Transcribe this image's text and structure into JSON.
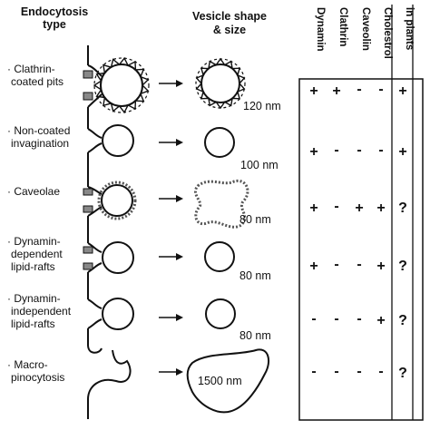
{
  "headers": {
    "type_line1": "Endocytosis",
    "type_line2": "type",
    "shape_line1": "Vesicle shape",
    "shape_line2": "& size"
  },
  "columns": [
    "Dynamin",
    "Clathrin",
    "Caveolin",
    "Cholestrol",
    "in plants"
  ],
  "rows": [
    {
      "label": [
        "Clathrin-",
        "coated pits"
      ],
      "size": "120 nm",
      "values": [
        "+",
        "+",
        "-",
        "-",
        "+"
      ]
    },
    {
      "label": [
        "Non-coated",
        "invagination"
      ],
      "size": "100 nm",
      "values": [
        "+",
        "-",
        "-",
        "-",
        "+"
      ]
    },
    {
      "label": [
        "Caveolae"
      ],
      "size": "80 nm",
      "values": [
        "+",
        "-",
        "+",
        "+",
        "?"
      ]
    },
    {
      "label": [
        "Dynamin-",
        "dependent",
        "lipid-rafts"
      ],
      "size": "80 nm",
      "values": [
        "+",
        "-",
        "-",
        "+",
        "?"
      ]
    },
    {
      "label": [
        "Dynamin-",
        "independent",
        "lipid-rafts"
      ],
      "size": "80 nm",
      "values": [
        "-",
        "-",
        "-",
        "+",
        "?"
      ]
    },
    {
      "label": [
        "Macro-",
        "pinocytosis"
      ],
      "size": "1500 nm",
      "values": [
        "-",
        "-",
        "-",
        "-",
        "?"
      ]
    }
  ]
}
